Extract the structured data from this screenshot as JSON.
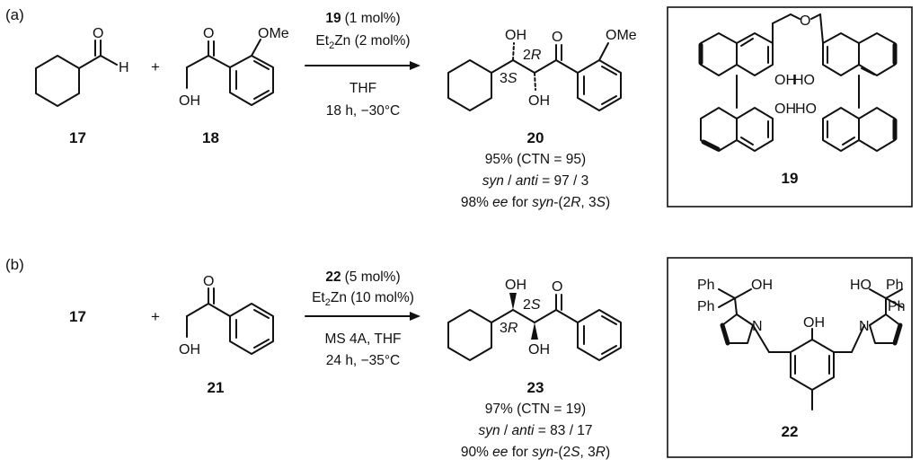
{
  "panel_a": {
    "label": "(a)",
    "plus": "+",
    "reactant1": {
      "id": "17",
      "H": "H",
      "O": "O"
    },
    "reactant2": {
      "id": "18",
      "OMe": "OMe",
      "OH": "OH",
      "O": "O"
    },
    "conditions": {
      "cat_num": "19",
      "cat_loading": "(1 mol%)",
      "et": "Et",
      "sub2": "2",
      "zn": "Zn (2 mol%)",
      "solvent": "THF",
      "time_temp": "18 h, −30°C"
    },
    "product": {
      "id": "20",
      "OH_top": "OH",
      "OH_bottom": "OH",
      "O": "O",
      "OMe": "OMe",
      "stereo_R_num": "2",
      "stereo_R_letter": "R",
      "stereo_S_num": "3",
      "stereo_S_letter": "S",
      "yield": "95% (CTN = 95)",
      "dr_syn": "syn",
      "dr_sep": " / ",
      "dr_anti": "anti",
      "dr_value": " = 97 / 3",
      "ee_value": "98% ",
      "ee_word": "ee",
      "ee_for": " for ",
      "ee_syn": "syn",
      "ee_open": "-(2",
      "ee_R": "R",
      "ee_comma": ", 3",
      "ee_S": "S",
      "ee_close": ")"
    },
    "catalyst_box": {
      "id": "19",
      "O": "O",
      "OH1": "OH",
      "HO1": "HO",
      "OH2": "OH",
      "HO2": "HO"
    }
  },
  "panel_b": {
    "label": "(b)",
    "plus": "+",
    "reactant1": {
      "id": "17"
    },
    "reactant2": {
      "id": "21",
      "OH": "OH",
      "O": "O"
    },
    "conditions": {
      "cat_num": "22",
      "cat_loading": "(5 mol%)",
      "et": "Et",
      "sub2": "2",
      "zn": "Zn (10 mol%)",
      "solvent": "MS 4A, THF",
      "time_temp": "24 h, −35°C"
    },
    "product": {
      "id": "23",
      "OH_top": "OH",
      "OH_bottom": "OH",
      "O": "O",
      "stereo_S_num": "2",
      "stereo_S_letter": "S",
      "stereo_R_num": "3",
      "stereo_R_letter": "R",
      "yield": "97% (CTN = 19)",
      "dr_syn": "syn",
      "dr_sep": " / ",
      "dr_anti": "anti",
      "dr_value": " = 83 / 17",
      "ee_value": "90% ",
      "ee_word": "ee",
      "ee_for": " for ",
      "ee_syn": "syn",
      "ee_open": "-(2",
      "ee_S": "S",
      "ee_comma": ", 3",
      "ee_R": "R",
      "ee_close": ")"
    },
    "catalyst_box": {
      "id": "22",
      "Ph1": "Ph",
      "OH1": "OH",
      "Ph2": "Ph",
      "N1": "N",
      "OH2": "OH",
      "HO": "HO",
      "Ph3": "Ph",
      "Ph4": "Ph",
      "N2": "N"
    }
  }
}
